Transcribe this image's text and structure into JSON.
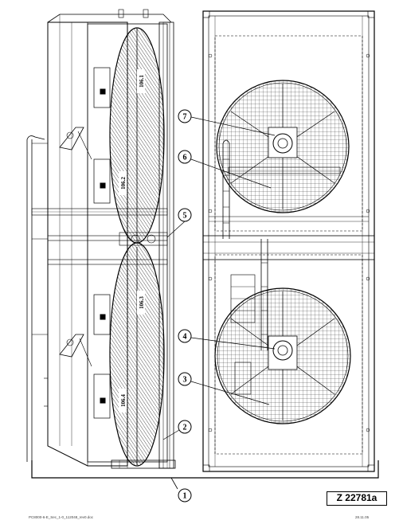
{
  "callouts": [
    "1",
    "2",
    "3",
    "4",
    "5",
    "6",
    "7"
  ],
  "section_labels": [
    "106.1",
    "106.2",
    "106.3",
    "106.4"
  ],
  "drawing_id": "Z 22781a",
  "footer": {
    "file_name": "PC8000-6-E_Sec_1-0_112048_rev0.doc",
    "date": "28.11.05"
  }
}
